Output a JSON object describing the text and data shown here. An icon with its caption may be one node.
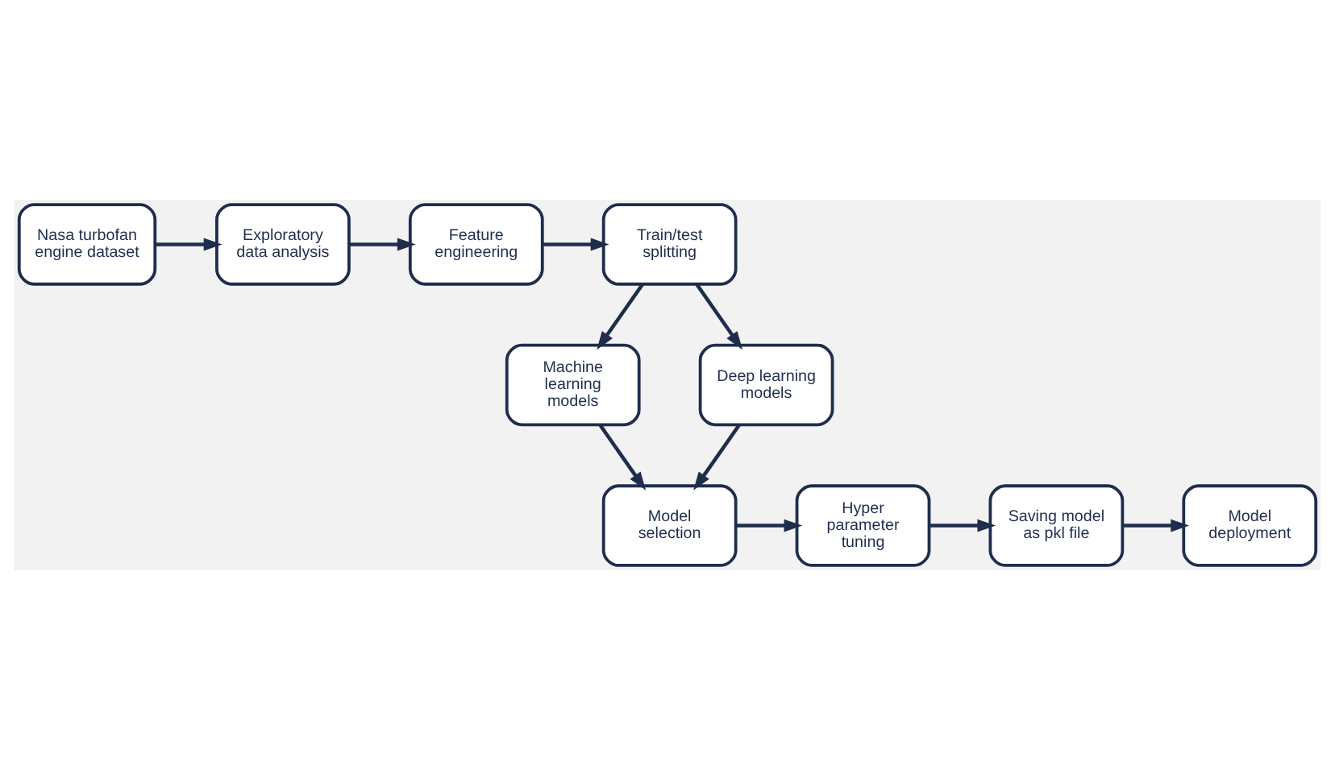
{
  "diagram": {
    "nodes": [
      {
        "text": [
          "Nasa turbofan engine dataset"
        ]
      },
      {
        "text": [
          "Exploratory data analysis"
        ]
      },
      {
        "text": [
          "Feature engineering"
        ]
      },
      {
        "text": [
          "Train/test splitting"
        ]
      },
      {
        "text": [
          "Machine learning models"
        ]
      },
      {
        "text": [
          "Deep learning models"
        ]
      },
      {
        "text": [
          "Model selection"
        ]
      },
      {
        "text": [
          "Hyper parameter tuning"
        ]
      },
      {
        "text": [
          "Saving model as pkl file"
        ]
      },
      {
        "text": [
          "Model deployment"
        ]
      }
    ],
    "edges": [
      {
        "from": 0,
        "to": 1,
        "arrow": "to"
      },
      {
        "from": 1,
        "to": 2,
        "arrow": "to"
      },
      {
        "from": 2,
        "to": 3,
        "arrow": "to"
      },
      {
        "from": 3,
        "to": 4,
        "arrow": "to"
      },
      {
        "from": 3,
        "to": 5,
        "arrow": "to"
      },
      {
        "from": 4,
        "to": 6,
        "arrow": "to"
      },
      {
        "from": 5,
        "to": 6,
        "arrow": "to"
      },
      {
        "from": 6,
        "to": 7,
        "arrow": "to"
      },
      {
        "from": 7,
        "to": 8,
        "arrow": "to"
      },
      {
        "from": 8,
        "to": 9,
        "arrow": "to"
      }
    ]
  }
}
